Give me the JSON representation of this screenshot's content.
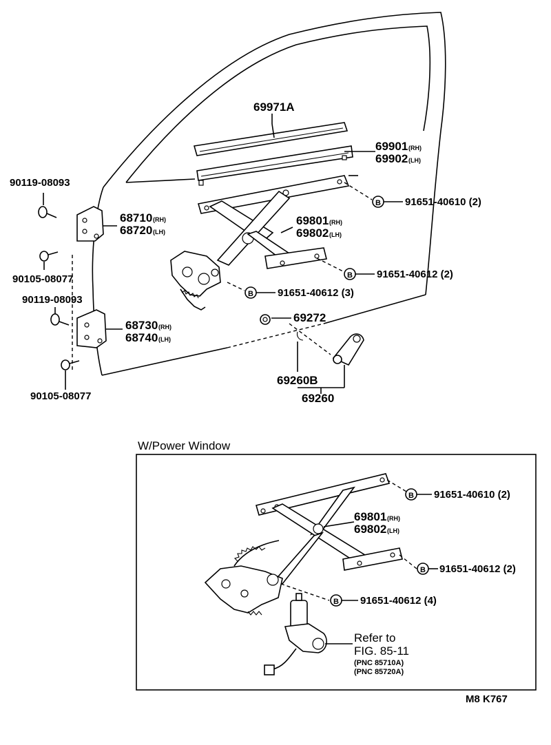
{
  "labels": {
    "channel_top": "69971A",
    "channel_rh": "69901",
    "channel_lh": "69902",
    "hinge_bolt_top": "90119-08093",
    "hinge_upper_rh": "68710",
    "hinge_upper_lh": "68720",
    "hinge_bolt_top_lower": "90105-08077",
    "hinge_bolt_bottom": "90119-08093",
    "hinge_lower_rh": "68730",
    "hinge_lower_lh": "68740",
    "hinge_bolt_bottom_lower": "90105-08077",
    "regulator_rh": "69801",
    "regulator_lh": "69802",
    "bolt_a": "91651-40610 (2)",
    "bolt_b": "91651-40612 (2)",
    "bolt_c": "91651-40612 (3)",
    "washer": "69272",
    "handle_sub": "69260B",
    "handle": "69260",
    "rh_tag": "(RH)",
    "lh_tag": "(LH)",
    "b_marker": "B"
  },
  "power_window": {
    "title": "W/Power Window",
    "regulator_rh": "69801",
    "regulator_lh": "69802",
    "bolt_a": "91651-40610 (2)",
    "bolt_b": "91651-40612 (2)",
    "bolt_c": "91651-40612 (4)",
    "refer_line1": "Refer to",
    "refer_line2": "FIG. 85-11",
    "pnc1": "(PNC 85710A)",
    "pnc2": "(PNC 85720A)"
  },
  "footer": {
    "code": "M8  K767"
  }
}
